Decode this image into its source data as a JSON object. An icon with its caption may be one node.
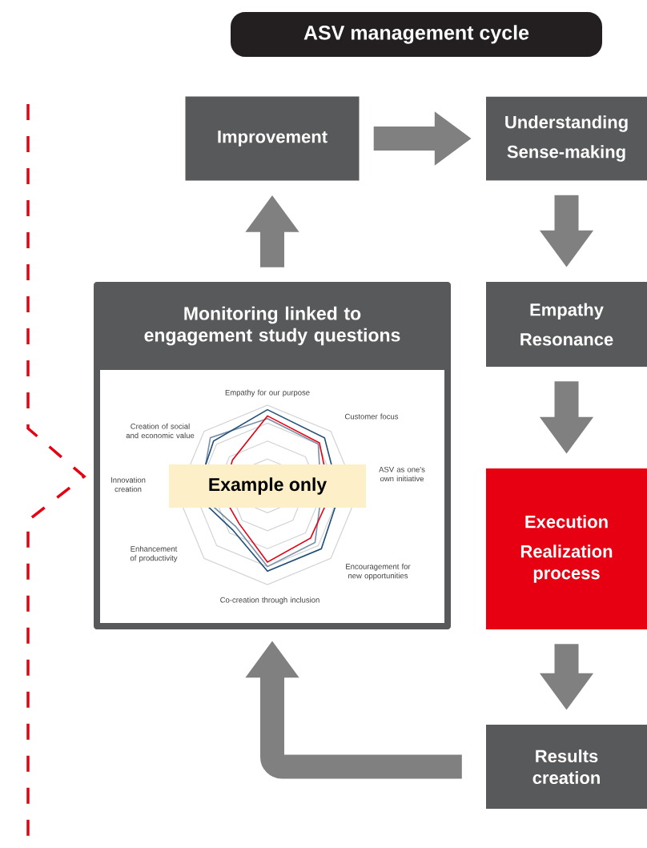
{
  "diagram": {
    "title": "ASV management cycle",
    "nodes": [
      {
        "text": [
          "Improvement"
        ]
      },
      {
        "text": [
          "Understanding",
          "Sense-making"
        ]
      },
      {
        "text": [
          "Empathy",
          "Resonance"
        ]
      },
      {
        "text": [
          "Execution",
          "Realization process"
        ]
      },
      {
        "text": [
          "Results creation"
        ]
      },
      {
        "text": [
          "Monitoring linked to engagement study questions"
        ]
      }
    ],
    "edges": [
      {
        "from": 0,
        "to": 1,
        "arrow": "to"
      },
      {
        "from": 1,
        "to": 2,
        "arrow": "to"
      },
      {
        "from": 2,
        "to": 3,
        "arrow": "to"
      },
      {
        "from": 3,
        "to": 4,
        "arrow": "to"
      },
      {
        "from": 4,
        "to": 5,
        "arrow": "to"
      },
      {
        "from": 5,
        "to": 0,
        "arrow": "to"
      }
    ],
    "labels": [
      "Empathy for our purpose",
      "Creation of social and economic value",
      "Customer focus",
      "Innovation creation",
      "Example only",
      "ASV as one's own initiative",
      "Enhancement of productivity",
      "Encouragement for new opportunities",
      "Co-creation through inclusion"
    ]
  }
}
